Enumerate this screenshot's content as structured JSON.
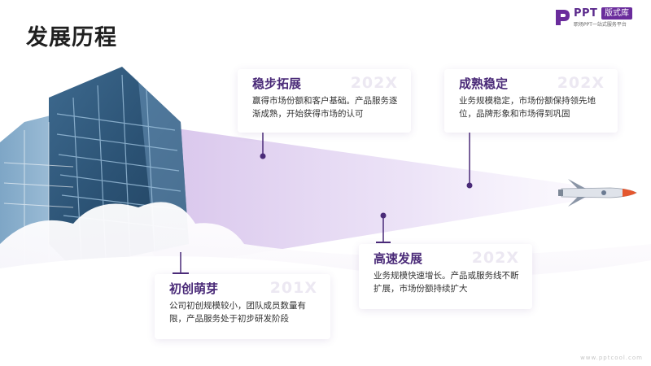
{
  "page": {
    "title": "发展历程"
  },
  "logo": {
    "ppt": "PPT",
    "badge": "版式库",
    "subtitle": "职场PPT一站式服务平台"
  },
  "milestones": [
    {
      "title": "稳步拓展",
      "year": "202X",
      "text": "赢得市场份额和客户基础。产品服务逐渐成熟，开始获得市场的认可"
    },
    {
      "title": "成熟稳定",
      "year": "202X",
      "text": "业务规模稳定，市场份额保持领先地位，品牌形象和市场得到巩固"
    },
    {
      "title": "高速发展",
      "year": "202X",
      "text": "业务规模快速增长。产品或服务线不断扩展，市场份额持续扩大"
    },
    {
      "title": "初创萌芽",
      "year": "201X",
      "text": "公司初创规模较小，团队成员数量有限，产品服务处于初步研发阶段"
    }
  ],
  "footer": {
    "url": "www.pptcool.com"
  },
  "colors": {
    "accent": "#4a2a78",
    "brand": "#6a2c9c",
    "beam": "#b48fd9"
  },
  "icons": [
    "building-image",
    "rocket-icon",
    "logo-mark-icon"
  ]
}
